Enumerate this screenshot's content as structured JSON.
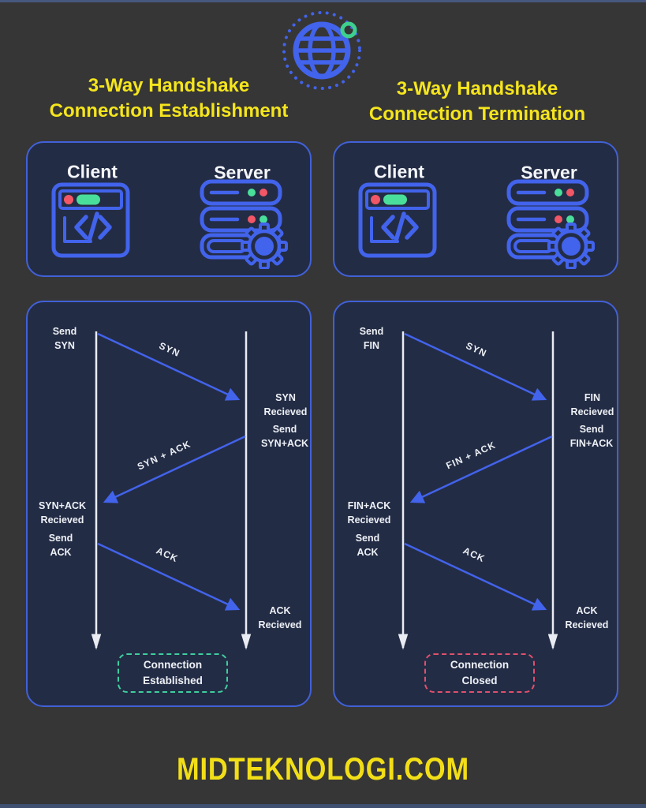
{
  "header": {
    "title_left_line1": "3-Way Handshake",
    "title_left_line2": "Connection Establishment",
    "title_right_line1": "3-Way Handshake",
    "title_right_line2": "Connection Termination"
  },
  "actors": {
    "client": "Client",
    "server": "Server"
  },
  "diagrams": {
    "establishment": {
      "send1": "Send\nSYN",
      "msg1": "SYN",
      "recv1": "SYN\nRecieved",
      "send2": "Send\nSYN+ACK",
      "msg2": "SYN + ACK",
      "recv2": "SYN+ACK\nRecieved",
      "send3": "Send\nACK",
      "msg3": "ACK",
      "recv3": "ACK\nRecieved",
      "result": "Connection\nEstablished"
    },
    "termination": {
      "send1": "Send\nFIN",
      "msg1": "SYN",
      "recv1": "FIN\nRecieved",
      "send2": "Send\nFIN+ACK",
      "msg2": "FIN + ACK",
      "recv2": "FIN+ACK\nRecieved",
      "send3": "Send\nACK",
      "msg3": "ACK",
      "recv3": "ACK\nRecieved",
      "result": "Connection\nClosed"
    }
  },
  "footer": {
    "site": "MIDTEKNOLOGI.COM"
  },
  "colors": {
    "accent_blue": "#4263eb",
    "panel_border": "#4161d8",
    "panel_bg": "#232c45",
    "title_yellow": "#f5e51d",
    "lifeline_white": "#e9ecf2",
    "result_established_border": "#3ecf9e",
    "result_closed_border": "#e0506e",
    "dot_red": "#f25767",
    "dot_green": "#4ade9b",
    "globe_ring_green": "#3ecf8e"
  }
}
